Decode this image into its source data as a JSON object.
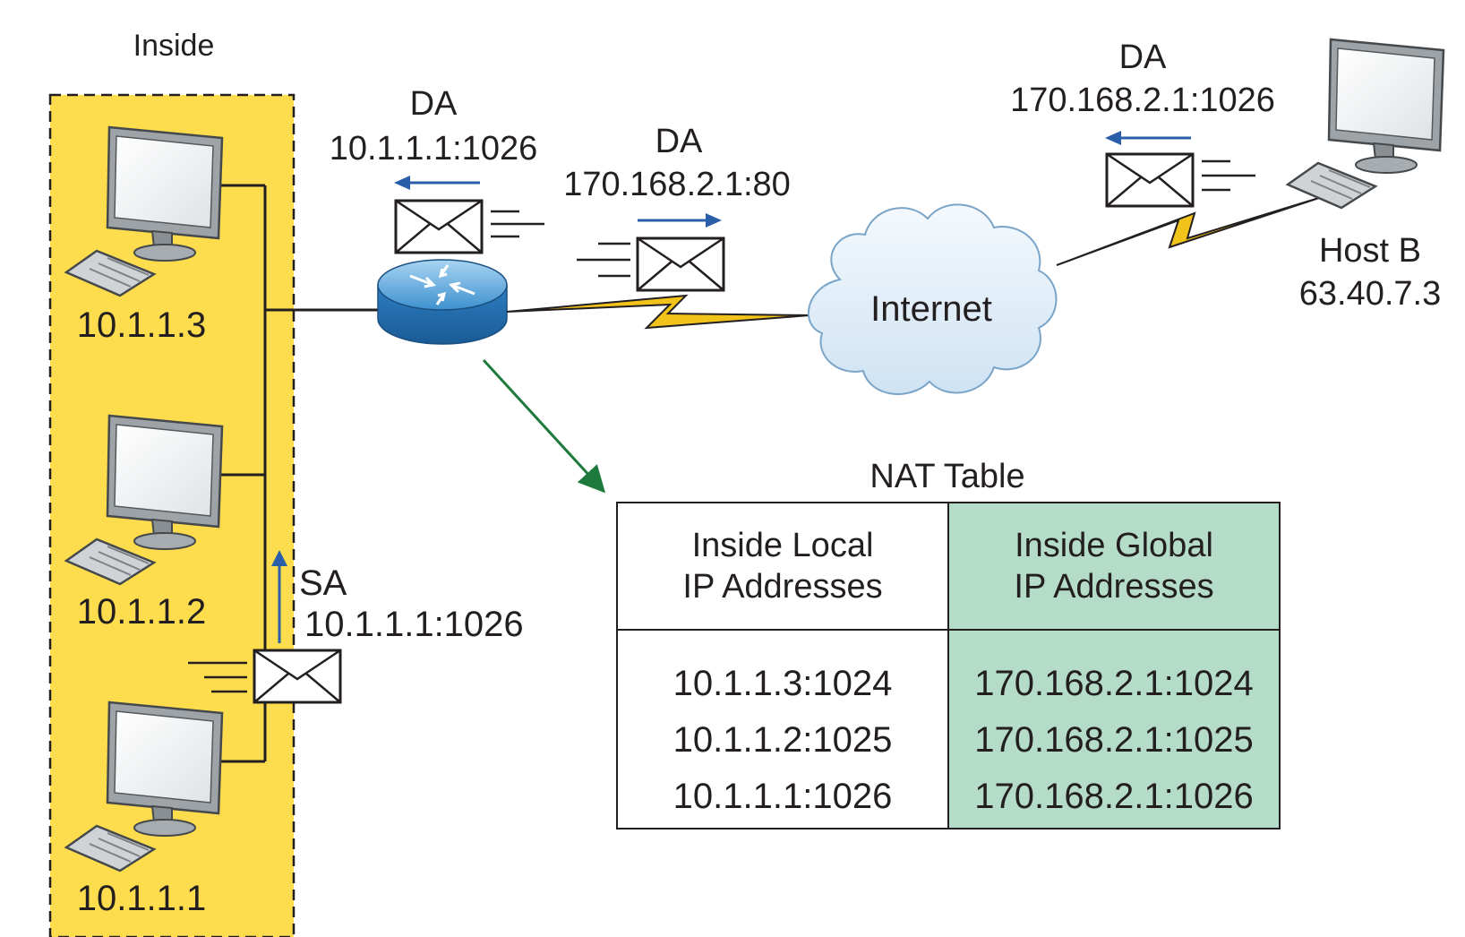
{
  "inside_label": "Inside",
  "hosts": [
    {
      "ip": "10.1.1.3"
    },
    {
      "ip": "10.1.1.2"
    },
    {
      "ip": "10.1.1.1"
    }
  ],
  "router_packet": {
    "label": "DA",
    "address": "10.1.1.1:1026"
  },
  "outbound_packet": {
    "label": "DA",
    "address": "170.168.2.1:80"
  },
  "source_packet": {
    "label": "SA",
    "address": "10.1.1.1:1026"
  },
  "host_b_packet": {
    "label": "DA",
    "address": "170.168.2.1:1026"
  },
  "cloud_label": "Internet",
  "host_b": {
    "name": "Host B",
    "ip": "63.40.7.3"
  },
  "nat_table": {
    "title": "NAT Table",
    "col_local": [
      "Inside Local",
      "IP Addresses"
    ],
    "col_global": [
      "Inside Global",
      "IP Addresses"
    ],
    "local": [
      "10.1.1.3:1024",
      "10.1.1.2:1025",
      "10.1.1.1:1026"
    ],
    "global": [
      "170.168.2.1:1024",
      "170.168.2.1:1025",
      "170.168.2.1:1026"
    ]
  },
  "colors": {
    "inside_zone": "#fddc4e",
    "arrow_blue": "#2a5ea8",
    "arrow_green": "#1d7a3c",
    "serial_link": "#f2c31a",
    "global_column": "#b5dcc9"
  }
}
